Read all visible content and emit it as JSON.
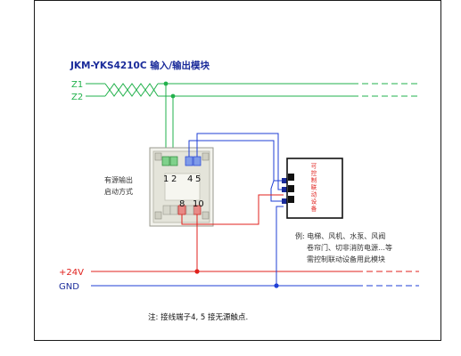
{
  "module_title": "JKM-YKS4210C 输入/输出模块",
  "bus_labels": {
    "z1": "Z1",
    "z2": "Z2"
  },
  "power_labels": {
    "plus24": "+24V",
    "gnd": "GND"
  },
  "side_label": {
    "line1": "有源输出",
    "line2": "启动方式"
  },
  "terminals": {
    "t1": "1",
    "t2": "2",
    "t4": "4",
    "t5": "5",
    "t8": "8",
    "t10": "10"
  },
  "device_label": "可控制联动设备",
  "example": {
    "line1": "例: 电梯、风机、水泵、风阀",
    "line2": "卷帘门、切非消防电源…等",
    "line3": "需控制联动设备用此模块"
  },
  "note": "注: 接线端子4, 5 接无源触点.",
  "colors": {
    "green": "#22b14c",
    "blue": "#1f3fd6",
    "red": "#e0201c",
    "dark_blue": "#1a2b9a"
  }
}
